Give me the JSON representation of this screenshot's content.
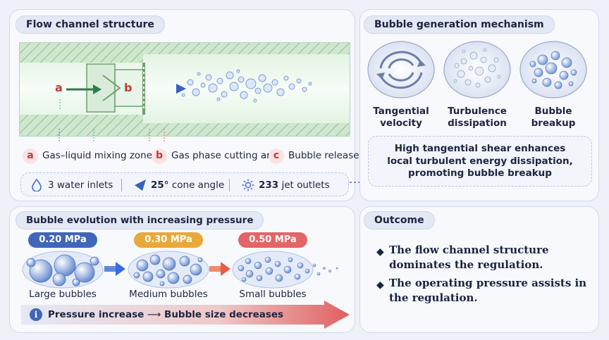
{
  "flow": {
    "title": "Flow channel structure",
    "point_a": "a",
    "point_b": "b",
    "legend": [
      {
        "badge": "a",
        "text": "Gas–liquid mixing zone"
      },
      {
        "badge": "b",
        "text": "Gas phase cutting area"
      },
      {
        "badge": "c",
        "text": "Bubble release"
      }
    ],
    "specs": [
      {
        "icon": "water-drop-icon",
        "value": "3 water inlets"
      },
      {
        "icon": "cone-icon",
        "value_bold": "25°",
        "value": " cone angle"
      },
      {
        "icon": "jet-icon",
        "value_bold": "233",
        "value": " jet outlets"
      }
    ]
  },
  "mechanism": {
    "title": "Bubble generation mechanism",
    "items": [
      {
        "icon": "swirl-icon",
        "line1": "Tangential",
        "line2": "velocity"
      },
      {
        "icon": "turbulence-icon",
        "line1": "Turbulence",
        "line2": "dissipation"
      },
      {
        "icon": "bubble-breakup-icon",
        "line1": "Bubble",
        "line2": "breakup"
      }
    ],
    "statement": [
      "High tangential shear enhances",
      "local turbulent energy dissipation,",
      "promoting bubble breakup"
    ]
  },
  "evolution": {
    "title": "Bubble evolution with increasing pressure",
    "stages": [
      {
        "pressure": "0.20 MPa",
        "label": "Large bubbles",
        "color": "#3f66b8"
      },
      {
        "pressure": "0.30 MPa",
        "label": "Medium bubbles",
        "color": "#e8a93a"
      },
      {
        "pressure": "0.50 MPa",
        "label": "Small bubbles",
        "color": "#e36565"
      }
    ],
    "trend_before": "Pressure increase",
    "trend_arrow": "⟶",
    "trend_after": "Bubble size decreases",
    "info_icon": "i"
  },
  "outcome": {
    "title": "Outcome",
    "points": [
      [
        "The flow channel structure",
        "dominates the regulation."
      ],
      [
        "The operating pressure assists in",
        "the regulation."
      ]
    ]
  }
}
